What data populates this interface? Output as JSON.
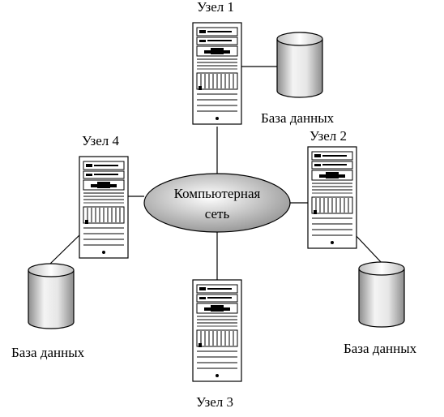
{
  "network": {
    "label_line1": "Компьютерная",
    "label_line2": "сеть"
  },
  "nodes": [
    {
      "label": "Узел 1",
      "db_label": "База данных"
    },
    {
      "label": "Узел 2",
      "db_label": "База данных"
    },
    {
      "label": "Узел 3"
    },
    {
      "label": "Узел 4",
      "db_label": "База данных"
    }
  ],
  "colors": {
    "stroke": "#000000",
    "server_fill": "#ffffff",
    "cloud_light": "#ffffff",
    "cloud_dark": "#8a8a8a",
    "cyl_light": "#f4f4f4",
    "cyl_dark": "#8c8c8c"
  }
}
